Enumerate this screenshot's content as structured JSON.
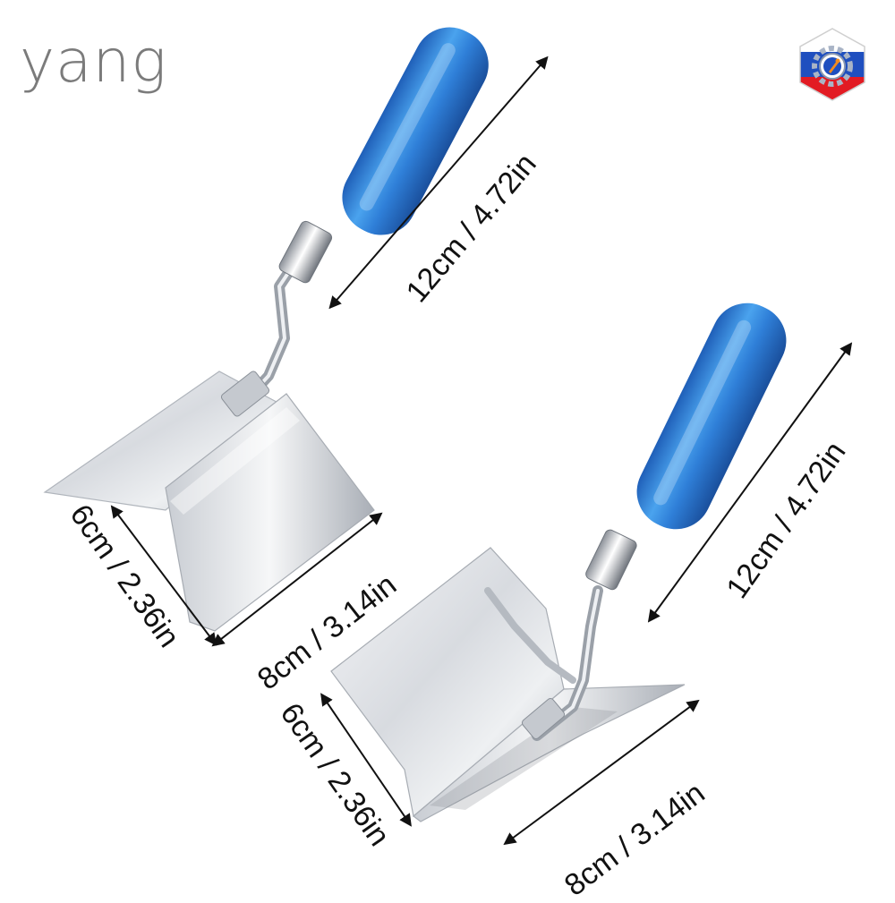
{
  "watermark": {
    "text": "yang"
  },
  "badge": {
    "icon": "russia-flag-gear-icon",
    "colors": [
      "#ffffff",
      "#1f4fbf",
      "#e21b23"
    ]
  },
  "trowels": [
    {
      "name": "outside-corner-trowel",
      "handle_color": "#2f7fd8",
      "dimensions": {
        "handle": "12cm / 4.72in",
        "blade_width": "8cm / 3.14in",
        "blade_height": "6cm / 2.36in"
      }
    },
    {
      "name": "inside-corner-trowel",
      "handle_color": "#2f7fd8",
      "dimensions": {
        "handle": "12cm / 4.72in",
        "blade_width": "8cm / 3.14in",
        "blade_height": "6cm / 2.36in"
      }
    }
  ]
}
